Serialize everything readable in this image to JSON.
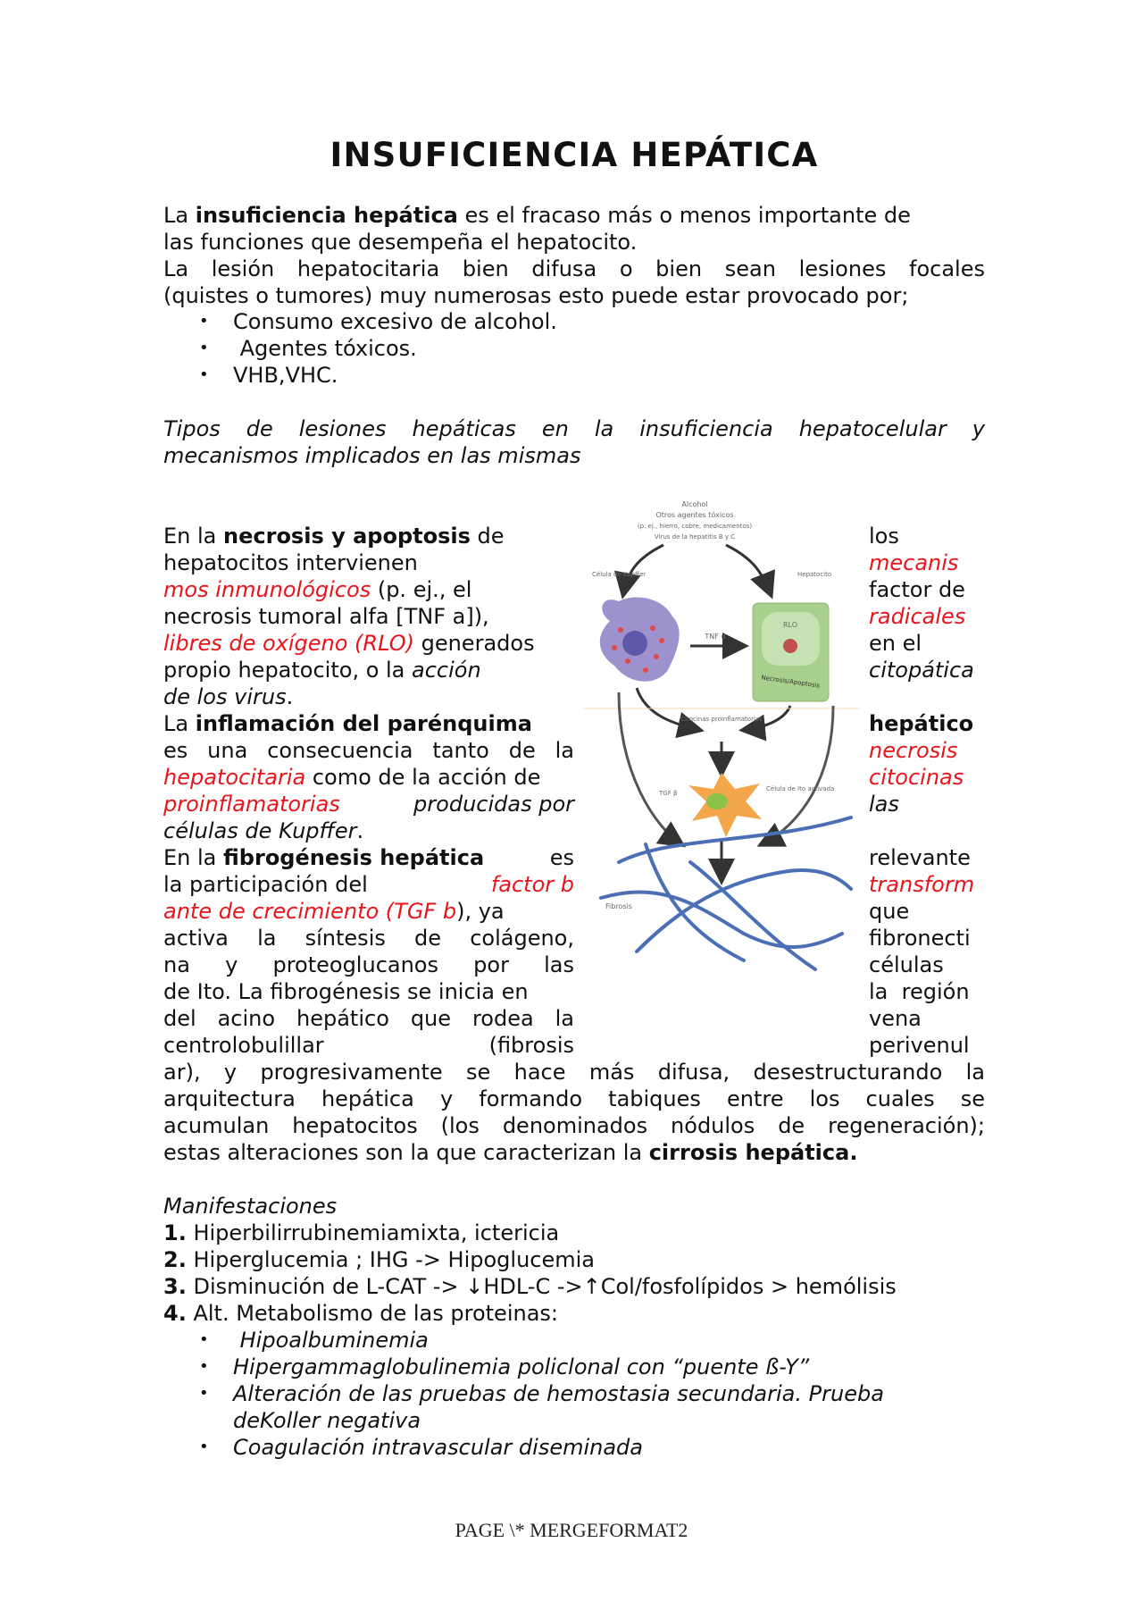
{
  "title": "INSUFICIENCIA HEPÁTICA",
  "intro": {
    "p1_a": "La ",
    "p1_b": "insuficiencia hepática",
    "p1_c": " es el fracaso más o menos importante de",
    "p1_line2": "las funciones que desempeña el hepatocito.",
    "p2_line1": "La lesión hepatocitaria bien difusa o bien sean lesiones focales",
    "p2_line2": "(quistes o tumores) muy numerosas esto puede estar provocado por;",
    "bullets": [
      "Consumo excesivo de alcohol.",
      " Agentes tóxicos.",
      "VHB,VHC."
    ]
  },
  "section_heading": {
    "line1": "Tipos de lesiones hepáticas en la insuficiencia hepatocelular y",
    "line2": "mecanismos implicados en las mismas"
  },
  "necrosis": {
    "l1_a": "En la ",
    "l1_b": "necrosis y apoptosis",
    "l1_c": " de",
    "l1_r": "los",
    "l2_a": "hepatocitos intervienen",
    "l2_r": "mecanis",
    "l3_a": "mos inmunológicos",
    "l3_b": " (p. ej., el",
    "l3_r": "factor de",
    "l4_a": "necrosis tumoral alfa [TNF a]),",
    "l4_r": "radicales",
    "l5_a": "libres de oxígeno (RLO)",
    "l5_b": " generados",
    "l5_r": "en el",
    "l6_a": "propio hepatocito, o la ",
    "l6_b": "acción",
    "l6_r": "citopática",
    "l7_a": "de los virus",
    "l7_b": "."
  },
  "inflamacion": {
    "l1_a": "La ",
    "l1_b": "inflamación del parénquima",
    "l1_r": "hepático",
    "l2_a": "es una consecuencia tanto de la",
    "l2_r": "necrosis",
    "l3_a": "hepatocitaria",
    "l3_b": " como de la acción de",
    "l3_r": "citocinas",
    "l4_a": "proinflamatorias",
    "l4_b": "producidas por",
    "l4_r": "las",
    "l5_a": "células de Kupffer",
    "l5_b": "."
  },
  "fibrogenesis": {
    "l1_a": "En la ",
    "l1_b": "fibrogénesis hepática",
    "l1_c": " es",
    "l1_r": "relevante",
    "l2_a": "la participación del ",
    "l2_b": "factor b",
    "l2_r": "transform",
    "l3_a": "ante de crecimiento (TGF b",
    "l3_b": "), ya",
    "l3_r": "que",
    "l4_a": "activa la síntesis de colágeno,",
    "l4_r": "fibronecti",
    "l5_a": "na y proteoglucanos por las",
    "l5_r": "células",
    "l6_a": "de Ito. La fibrogénesis se inicia en",
    "l6_r": "la  región",
    "l7_a": "del acino hepático que rodea la",
    "l7_r": "vena",
    "l8_a": "centrolobulillar",
    "l8_b": "(fibrosis",
    "l8_r": "perivenul",
    "l9": "ar), y progresivamente se hace más difusa, desestructurando la",
    "l10": "arquitectura hepática y formando tabiques entre los cuales se",
    "l11": "acumulan hepatocitos (los denominados nódulos de regeneración);",
    "l12_a": "estas alteraciones son la que caracterizan la ",
    "l12_b": "cirrosis hepática."
  },
  "figure": {
    "label_top": "Alcohol",
    "label_top2": "Otros agentes tóxicos",
    "label_top3": "(p. ej., hierro, cobre, medicamentos)",
    "label_top4": "Virus de la hepatitis B y C",
    "kupffer": "Célula de Kupffer",
    "hepatocito": "Hepatocito",
    "rlo": "RLO",
    "necrosis": "Necrosis/Apoptosis",
    "tnf": "TNF α",
    "citocinas": "Citocinas proinflamatorias",
    "tgf": "TGF β",
    "ito": "Célula de Ito activada",
    "fibrosis": "Fibrosis",
    "colors": {
      "kupffer": "#8c7fc4",
      "hepatocyte": "#a8d08d",
      "ito": "#f3a64a",
      "fiber": "#4a6fb5"
    }
  },
  "manifestaciones": {
    "heading": "Manifestaciones",
    "items": [
      {
        "num": "1.",
        "text": " Hiperbilirrubinemiamixta, ictericia"
      },
      {
        "num": "2.",
        "text": " Hiperglucemia ; IHG -> Hipoglucemia"
      },
      {
        "num": "3.",
        "text": " Disminución de L-CAT -> ↓HDL-C ->↑Col/fosfolípidos > hemólisis"
      },
      {
        "num": "4.",
        "text": " Alt. Metabolismo de las proteinas:"
      }
    ],
    "sub_bullets": [
      " Hipoalbuminemia",
      "Hipergammaglobulinemia policlonal con “puente ß-Y”",
      "Alteración de las pruebas de hemostasia secundaria. Prueba",
      "deKoller negativa",
      "Coagulación intravascular diseminada"
    ]
  },
  "footer": "PAGE   \\* MERGEFORMAT2"
}
